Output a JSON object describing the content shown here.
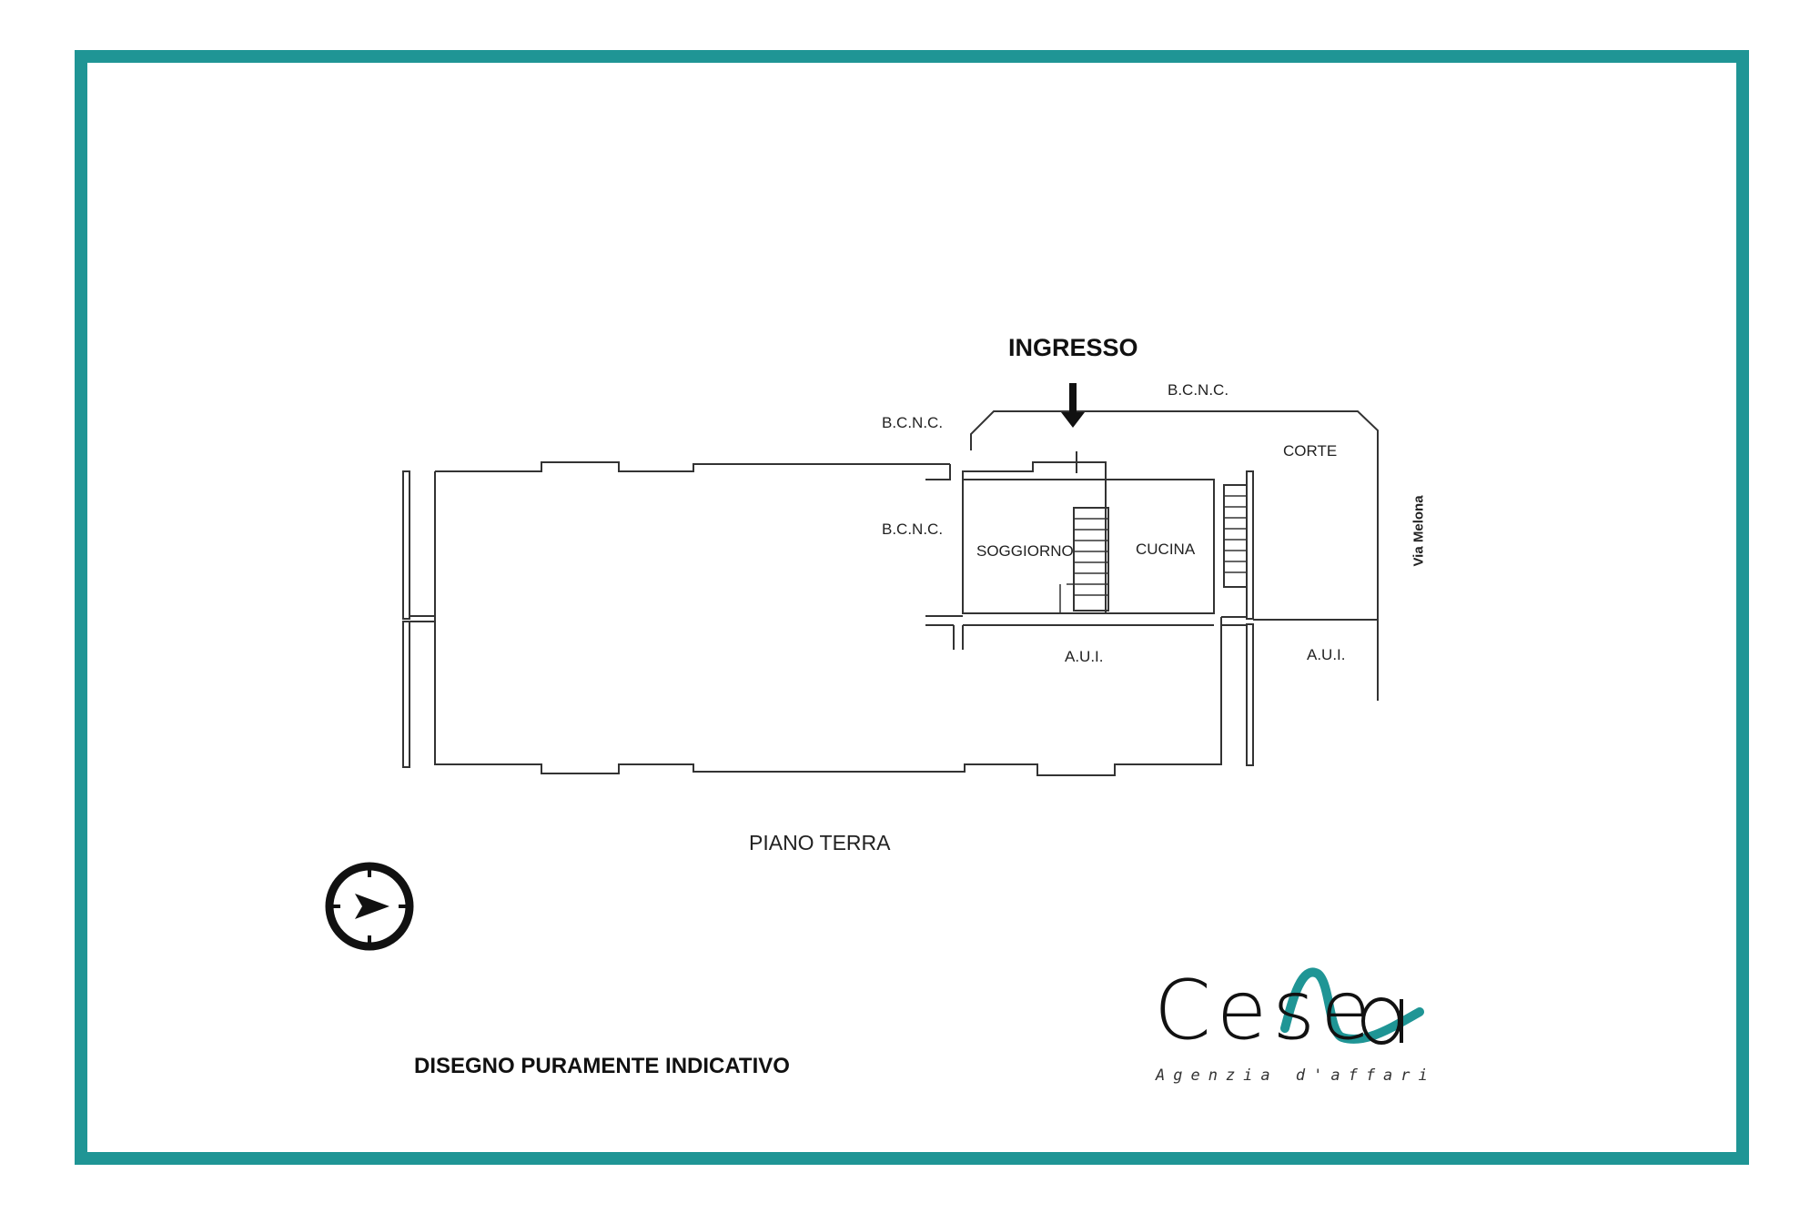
{
  "frame": {
    "border_color": "#1f9595"
  },
  "labels": {
    "entrance": "INGRESSO",
    "bcnc_top_right": "B.C.N.C.",
    "bcnc_top_left": "B.C.N.C.",
    "bcnc_middle": "B.C.N.C.",
    "corte": "CORTE",
    "soggiorno": "SOGGIORNO",
    "cucina": "CUCINA",
    "aui_center": "A.U.I.",
    "aui_right": "A.U.I.",
    "street": "Via Melona",
    "floor": "PIANO TERRA",
    "disclaimer": "DISEGNO PURAMENTE INDICATIVO"
  },
  "logo": {
    "word": "Cese",
    "tagline": "Agenzia d'affari",
    "accent_color": "#1f9595"
  },
  "icons": [
    "compass-icon",
    "entrance-arrow-icon"
  ]
}
